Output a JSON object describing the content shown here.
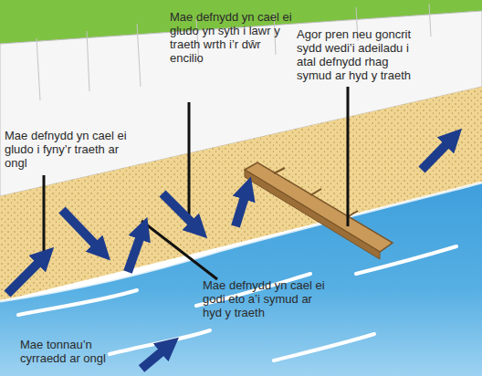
{
  "diagram": {
    "labels": [
      "Mae defnydd yn cael ei gludo i fyny’r traeth ar ongl",
      "Mae defnydd yn cael ei gludo yn syth i lawr y traeth wrth i’r dŵr encilio",
      "Agor pren neu goncrit sydd wedi’i adeiladu i atal defnydd rhag symud ar hyd y traeth",
      "Mae defnydd yn cael ei godi eto a’i symud ar hyd y traeth",
      "Mae tonnau’n cyrraedd ar ongl"
    ]
  }
}
